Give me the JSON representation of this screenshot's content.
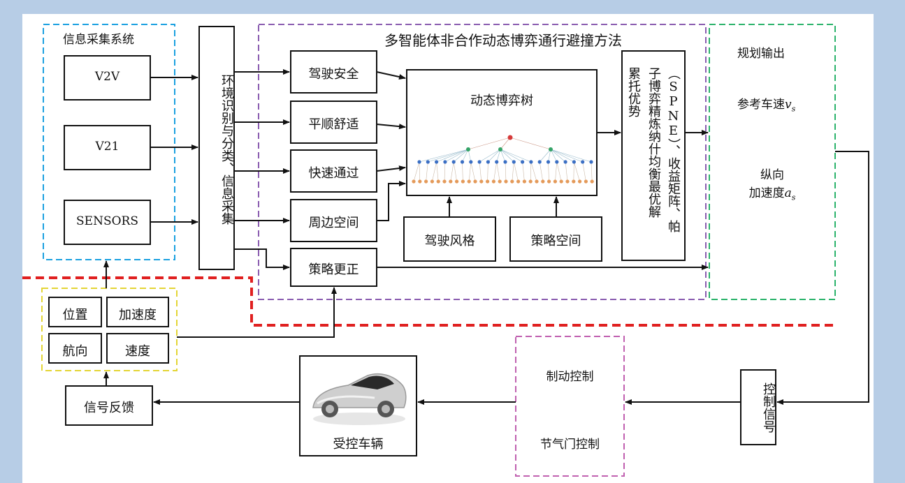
{
  "title": "多智能体非合作动态博弈通行避撞方法",
  "info_system": {
    "title": "信息采集系统",
    "inputs": [
      "V2V",
      "V21",
      "SENSORS"
    ]
  },
  "env_box": "环境识别与分类、信息采集",
  "factors": [
    "驾驶安全",
    "平顺舒适",
    "快速通过",
    "周边空间"
  ],
  "strategy_update": "策略更正",
  "game_tree": {
    "title": "动态博弈树"
  },
  "driving_style": "驾驶风格",
  "strategy_space": "策略空间",
  "spne": {
    "col1": "累托优势",
    "col2": "子博弈精炼纳什均衡最优解",
    "col3": "（SPNE）、收益矩阵、帕"
  },
  "output": {
    "title": "规划输出",
    "ref_speed": "参考车速",
    "ref_speed_sub": "s",
    "accel_line1": "纵向",
    "accel_line2": "加速度",
    "accel_sub": "s"
  },
  "feedback_items": [
    "位置",
    "加速度",
    "航向",
    "速度"
  ],
  "signal_feedback": "信号反馈",
  "vehicle": "受控车辆",
  "control": [
    "制动控制",
    "节气门控制"
  ],
  "control_signal": "控制信号",
  "colors": {
    "info_border": "#1aa0e0",
    "method_border": "#8a5cb0",
    "output_border": "#2bb36b",
    "feedback_border": "#e3d534",
    "red_dashed": "#e02020",
    "control_border": "#c060b0",
    "node_red": "#d63a3a",
    "node_green": "#33a366",
    "node_blue": "#3b6fc4",
    "node_orange": "#e49a5a"
  }
}
